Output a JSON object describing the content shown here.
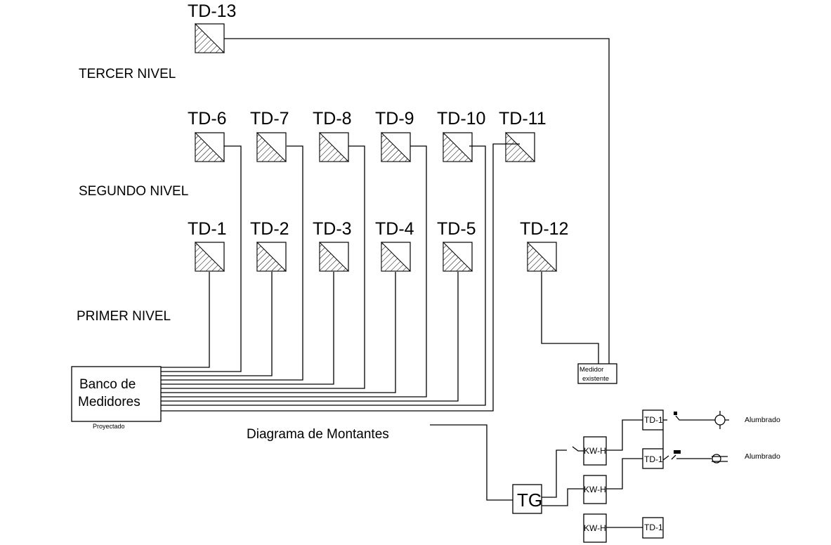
{
  "diagram": {
    "title": "Diagrama de Montantes",
    "levels": [
      {
        "id": "tercer",
        "label": "TERCER NIVEL"
      },
      {
        "id": "segundo",
        "label": "SEGUNDO NIVEL"
      },
      {
        "id": "primer",
        "label": "PRIMER NIVEL"
      }
    ],
    "panels": [
      {
        "id": "TD-13",
        "label": "TD-13",
        "level": "tercer",
        "feed": "medidor-existente"
      },
      {
        "id": "TD-6",
        "label": "TD-6",
        "level": "segundo",
        "feed": "banco-de-medidores"
      },
      {
        "id": "TD-7",
        "label": "TD-7",
        "level": "segundo",
        "feed": "banco-de-medidores"
      },
      {
        "id": "TD-8",
        "label": "TD-8",
        "level": "segundo",
        "feed": "banco-de-medidores"
      },
      {
        "id": "TD-9",
        "label": "TD-9",
        "level": "segundo",
        "feed": "banco-de-medidores"
      },
      {
        "id": "TD-10",
        "label": "TD-10",
        "level": "segundo",
        "feed": "banco-de-medidores"
      },
      {
        "id": "TD-11",
        "label": "TD-11",
        "level": "segundo",
        "feed": "banco-de-medidores"
      },
      {
        "id": "TD-1",
        "label": "TD-1",
        "level": "primer",
        "feed": "banco-de-medidores"
      },
      {
        "id": "TD-2",
        "label": "TD-2",
        "level": "primer",
        "feed": "banco-de-medidores"
      },
      {
        "id": "TD-3",
        "label": "TD-3",
        "level": "primer",
        "feed": "banco-de-medidores"
      },
      {
        "id": "TD-4",
        "label": "TD-4",
        "level": "primer",
        "feed": "banco-de-medidores"
      },
      {
        "id": "TD-5",
        "label": "TD-5",
        "level": "primer",
        "feed": "banco-de-medidores"
      },
      {
        "id": "TD-12",
        "label": "TD-12",
        "level": "primer",
        "feed": "medidor-existente"
      }
    ],
    "meter_bank": {
      "label_line1": "Banco de",
      "label_line2": "Medidores",
      "caption": "Proyectado"
    },
    "existing_meter": {
      "label_line1": "Medidor",
      "label_line2": "existente"
    },
    "schematic": {
      "main_board": "TG",
      "meters": [
        {
          "label": "KW-H"
        },
        {
          "label": "KW-H"
        },
        {
          "label": "KW-H"
        }
      ],
      "sub_boards": [
        {
          "label": "TD-1"
        },
        {
          "label": "TD-1"
        },
        {
          "label": "TD-1"
        }
      ],
      "loads": [
        {
          "label": "Alumbrado"
        },
        {
          "label": "Alumbrado"
        }
      ]
    }
  }
}
